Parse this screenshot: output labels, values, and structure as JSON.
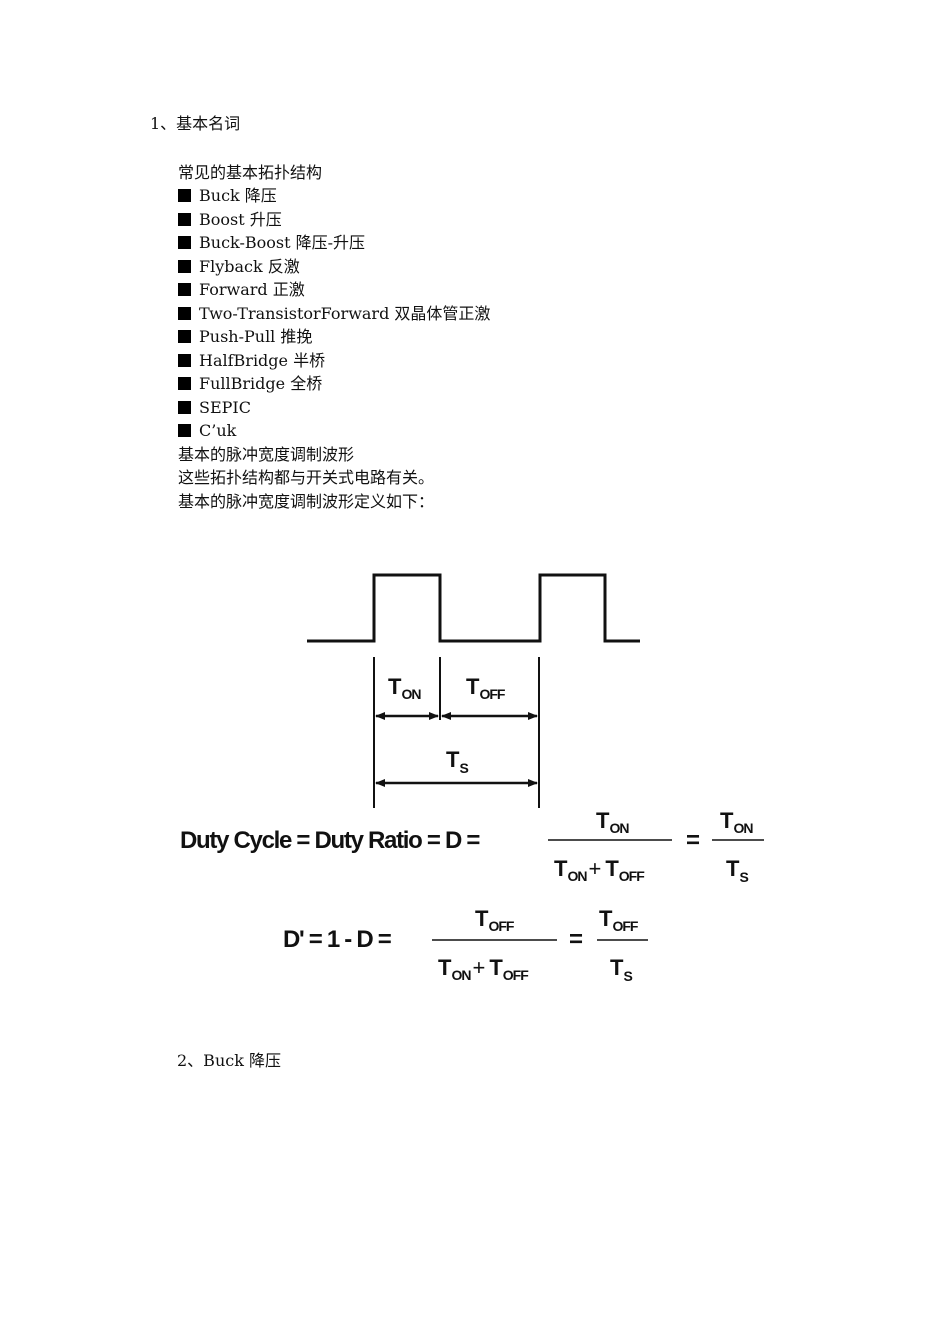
{
  "section1": {
    "heading": "1、基本名词"
  },
  "topologies": {
    "title": "常见的基本拓扑结构",
    "items": [
      "Buck 降压",
      "Boost 升压",
      "Buck-Boost 降压-升压",
      "Flyback 反激",
      "Forward 正激",
      "Two-TransistorForward 双晶体管正激",
      "Push-Pull 推挽",
      "HalfBridge 半桥",
      "FullBridge 全桥",
      "SEPIC",
      "C’uk"
    ]
  },
  "pwm": {
    "lines": [
      "基本的脉冲宽度调制波形",
      "这些拓扑结构都与开关式电路有关。",
      "基本的脉冲宽度调制波形定义如下："
    ]
  },
  "diagram": {
    "T": "T",
    "on": "ON",
    "off": "OFF",
    "s": "S",
    "duty_lhs": "Duty Cycle = Duty Ratio = D =",
    "dprime_lhs": "D' = 1 - D =",
    "eq": "=",
    "plus": "+"
  },
  "section2": {
    "heading": "2、Buck 降压"
  }
}
